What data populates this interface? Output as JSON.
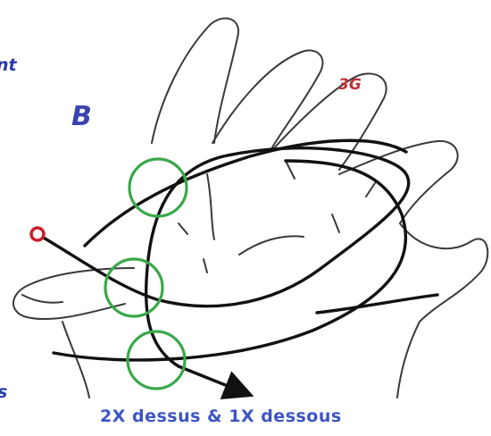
{
  "labels": {
    "top_left_fragment": "nt",
    "letter": "B",
    "finger_tag": "3G",
    "bottom_left_fragment": "s",
    "caption": "2X dessus & 1X dessous"
  },
  "crossings": [
    "upper-crossing",
    "middle-crossing",
    "lower-crossing"
  ],
  "colors": {
    "outline": "#3a3a3a",
    "thread": "#111111",
    "crossing_circle": "#3aa84a",
    "start_dot": "#c8202a",
    "label_blue": "#2b3aa8",
    "tag_red": "#c0313a"
  },
  "icons": {
    "start": "start-dot-icon",
    "direction": "arrow-right-icon"
  }
}
